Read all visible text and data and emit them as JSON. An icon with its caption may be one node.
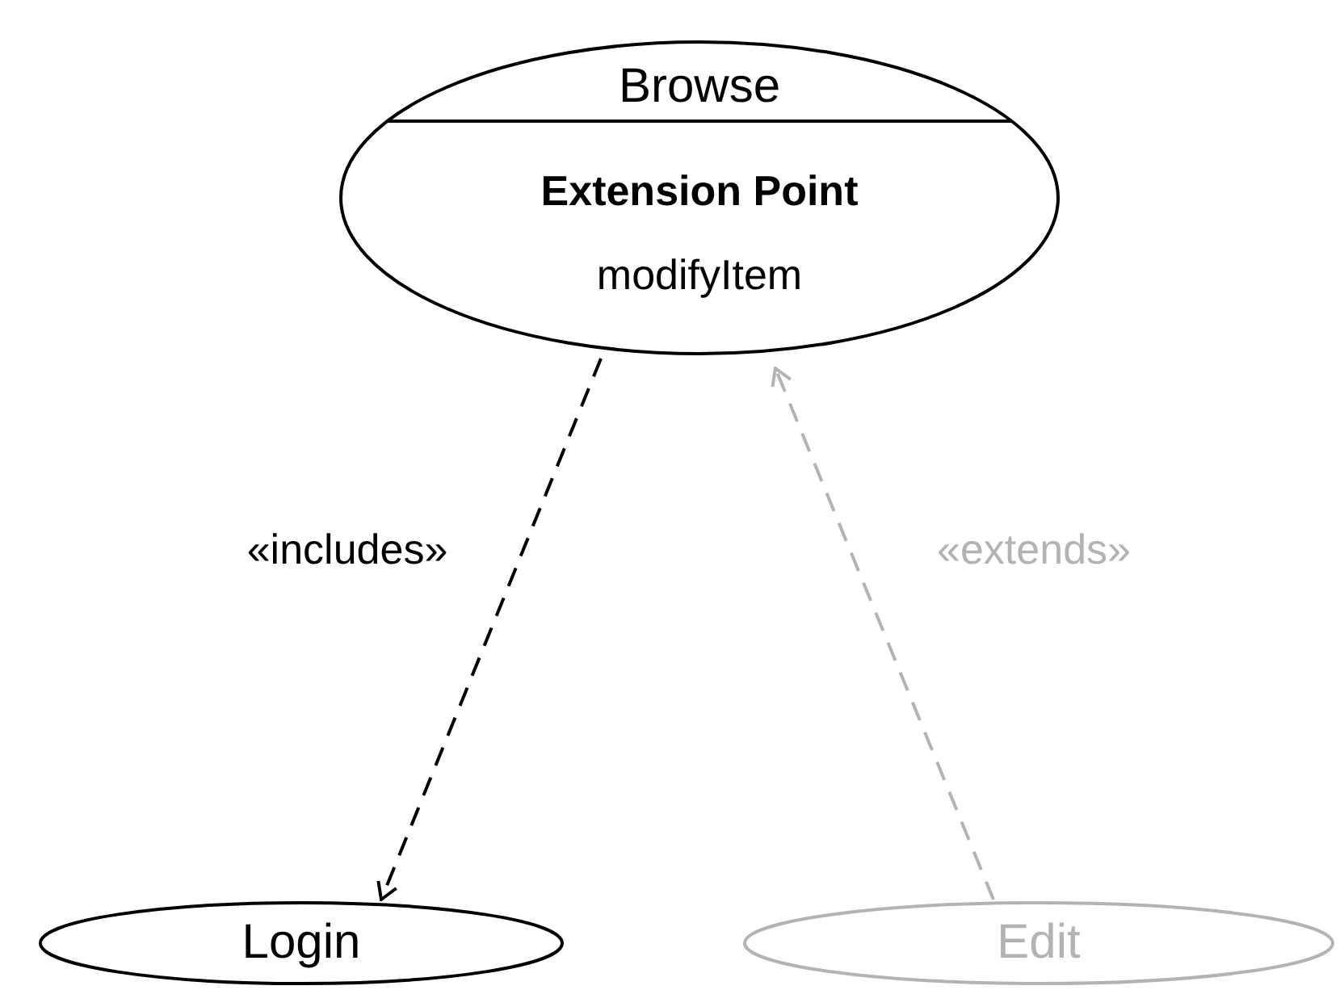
{
  "diagram": {
    "nodes": [
      {
        "text": [
          "Browse",
          "Extension Point",
          "modifyItem"
        ]
      },
      {
        "text": [
          "Login"
        ]
      },
      {
        "text": [
          "Edit"
        ]
      }
    ],
    "edges": [
      {
        "from": 0,
        "to": 1,
        "arrow": "to",
        "label": "«includes»",
        "style": "dashed"
      },
      {
        "from": 2,
        "to": 0,
        "arrow": "to",
        "label": "«extends»",
        "style": "dashed",
        "color": "#b3b3b3"
      }
    ]
  }
}
